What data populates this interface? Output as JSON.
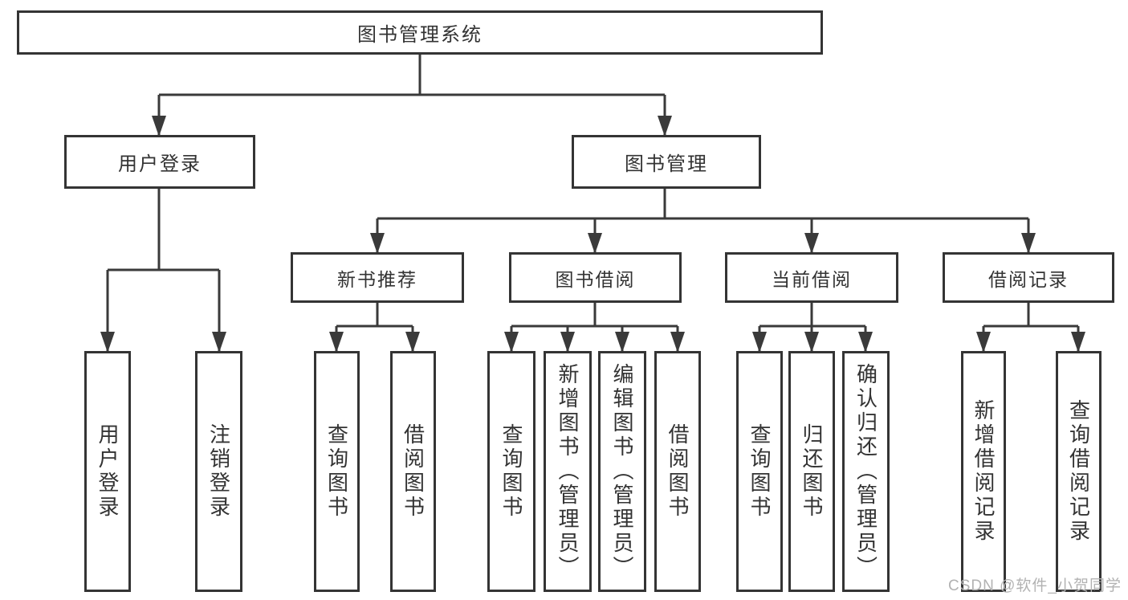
{
  "diagram": {
    "root": {
      "label": "图书管理系统"
    },
    "branches": [
      {
        "label": "用户登录",
        "children": [
          {
            "label": "用户登录"
          },
          {
            "label": "注销登录"
          }
        ]
      },
      {
        "label": "图书管理",
        "children": [
          {
            "label": "新书推荐",
            "children": [
              {
                "label": "查询图书"
              },
              {
                "label": "借阅图书"
              }
            ]
          },
          {
            "label": "图书借阅",
            "children": [
              {
                "label": "查询图书"
              },
              {
                "label": "新增图书（管理员）"
              },
              {
                "label": "编辑图书（管理员）"
              },
              {
                "label": "借阅图书"
              }
            ]
          },
          {
            "label": "当前借阅",
            "children": [
              {
                "label": "查询图书"
              },
              {
                "label": "归还图书"
              },
              {
                "label": "确认归还（管理员）"
              }
            ]
          },
          {
            "label": "借阅记录",
            "children": [
              {
                "label": "新增借阅记录"
              },
              {
                "label": "查询借阅记录"
              }
            ]
          }
        ]
      }
    ]
  },
  "watermark": {
    "text": "CSDN @软件_小贺同学"
  },
  "colors": {
    "line": "#3a3a3a",
    "box_border": "#343434",
    "text": "#333333",
    "watermark": "#b2b2b2",
    "background": "#ffffff"
  }
}
